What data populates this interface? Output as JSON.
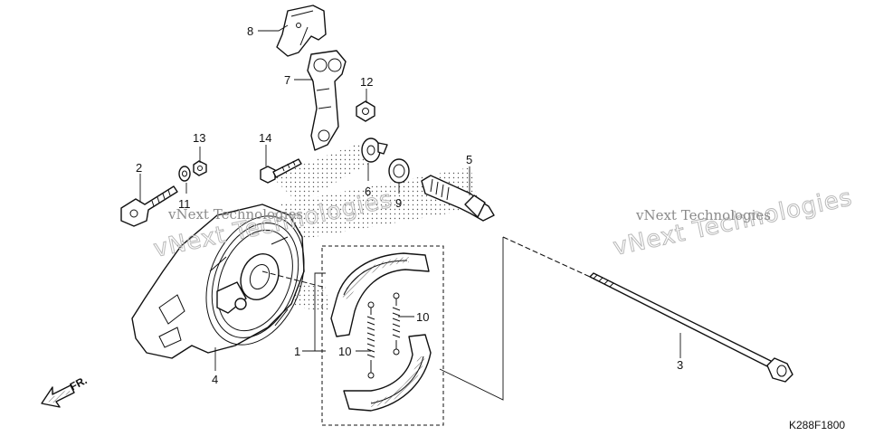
{
  "diagram": {
    "drawing_code": "K288F1800",
    "direction_label": "FR.",
    "watermarks": {
      "large": "vNext Technologies",
      "small": "vNext Technologies"
    },
    "callouts": {
      "c1": "1",
      "c2": "2",
      "c3": "3",
      "c4": "4",
      "c5": "5",
      "c6": "6",
      "c7": "7",
      "c8": "8",
      "c9": "9",
      "c10a": "10",
      "c10b": "10",
      "c11": "11",
      "c12": "12",
      "c13": "13",
      "c14": "14"
    },
    "line_color": "#111111",
    "watermark_color": "#b9b9b9"
  }
}
